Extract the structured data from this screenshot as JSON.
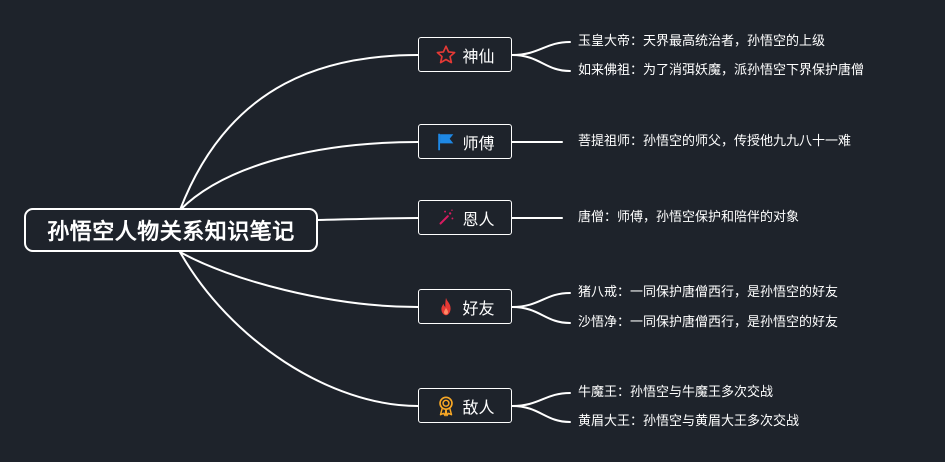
{
  "root": {
    "label": "孙悟空人物关系知识笔记"
  },
  "branches": [
    {
      "label": "神仙",
      "icon": "star-icon",
      "color": "#e53935",
      "leaves": [
        "玉皇大帝：天界最高统治者，孙悟空的上级",
        "如来佛祖：为了消弭妖魔，派孙悟空下界保护唐僧"
      ]
    },
    {
      "label": "师傅",
      "icon": "flag-icon",
      "color": "#1e88e5",
      "leaves": [
        "菩提祖师：孙悟空的师父，传授他九九八十一难"
      ]
    },
    {
      "label": "恩人",
      "icon": "magic-wand-icon",
      "color": "#d81b60",
      "leaves": [
        "唐僧：师傅，孙悟空保护和陪伴的对象"
      ]
    },
    {
      "label": "好友",
      "icon": "fire-icon",
      "color": "#e53935",
      "leaves": [
        "猪八戒：一同保护唐僧西行，是孙悟空的好友",
        "沙悟净：一同保护唐僧西行，是孙悟空的好友"
      ]
    },
    {
      "label": "敌人",
      "icon": "medal-icon",
      "color": "#f9a825",
      "leaves": [
        "牛魔王：孙悟空与牛魔王多次交战",
        "黄眉大王：孙悟空与黄眉大王多次交战"
      ]
    }
  ]
}
